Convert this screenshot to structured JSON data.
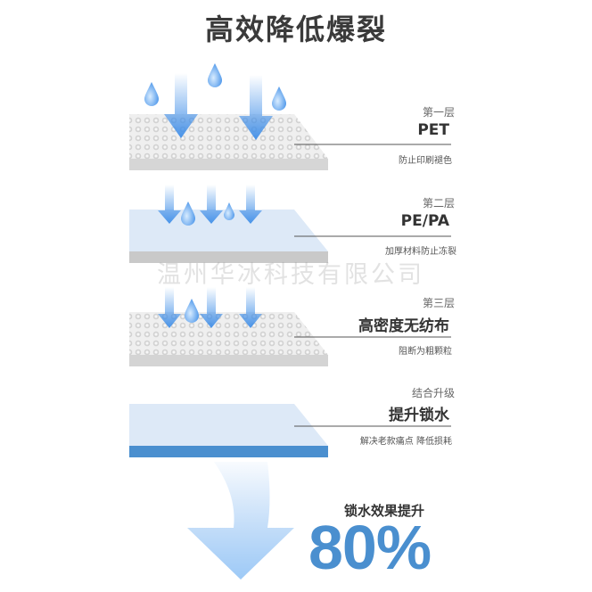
{
  "title": "高效降低爆裂",
  "watermark": "温州华冰科技有限公司",
  "layers": [
    {
      "tag": "第一层",
      "name": "PET",
      "desc": "防止印刷褪色"
    },
    {
      "tag": "第二层",
      "name": "PE/PA",
      "desc": "加厚材料防止冻裂"
    },
    {
      "tag": "第三层",
      "name": "高密度无纺布",
      "desc": "阻断为粗颗粒"
    },
    {
      "tag": "结合升级",
      "name": "提升锁水",
      "desc": "解决老款痛点 降低损耗"
    }
  ],
  "result": {
    "label": "锁水效果提升",
    "value": "80%"
  },
  "colors": {
    "blue": "#4a8fcf",
    "light_blue": "#dbe8f7",
    "water": "#5aa0e6",
    "gray_fabric": "#dcdcdc"
  }
}
